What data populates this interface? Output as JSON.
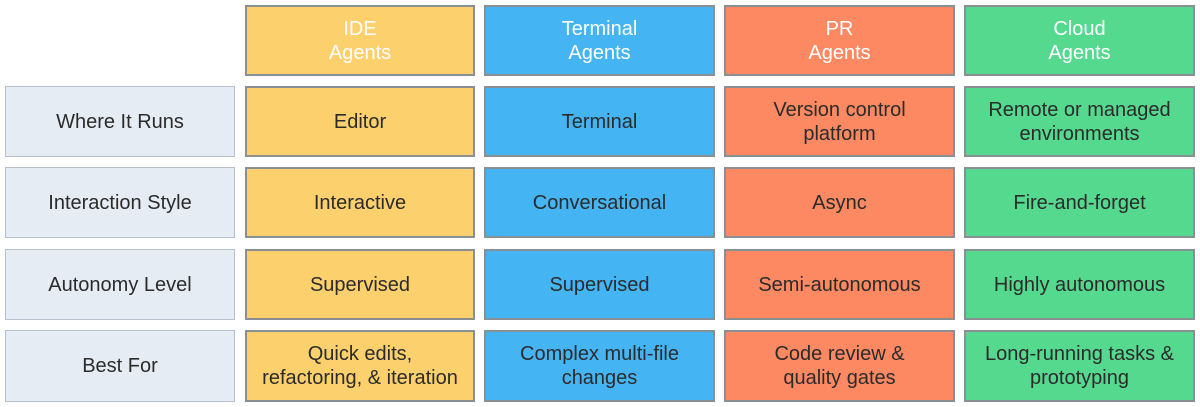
{
  "colors": {
    "ide": "#fdd06e",
    "terminal": "#44b4f3",
    "pr": "#fc8961",
    "cloud": "#55d98f",
    "row_label_bg": "#e6ecf4"
  },
  "columns": [
    {
      "key": "ide",
      "title": "IDE\nAgents"
    },
    {
      "key": "terminal",
      "title": "Terminal\nAgents"
    },
    {
      "key": "pr",
      "title": "PR\nAgents"
    },
    {
      "key": "cloud",
      "title": "Cloud\nAgents"
    }
  ],
  "rows": [
    {
      "label": "Where It Runs",
      "cells": [
        "Editor",
        "Terminal",
        "Version control\nplatform",
        "Remote or managed\nenvironments"
      ]
    },
    {
      "label": "Interaction Style",
      "cells": [
        "Interactive",
        "Conversational",
        "Async",
        "Fire-and-forget"
      ]
    },
    {
      "label": "Autonomy Level",
      "cells": [
        "Supervised",
        "Supervised",
        "Semi-autonomous",
        "Highly autonomous"
      ]
    },
    {
      "label": "Best For",
      "cells": [
        "Quick edits,\nrefactoring, & iteration",
        "Complex multi-file\nchanges",
        "Code review &\nquality gates",
        "Long-running tasks &\nprototyping"
      ]
    }
  ]
}
